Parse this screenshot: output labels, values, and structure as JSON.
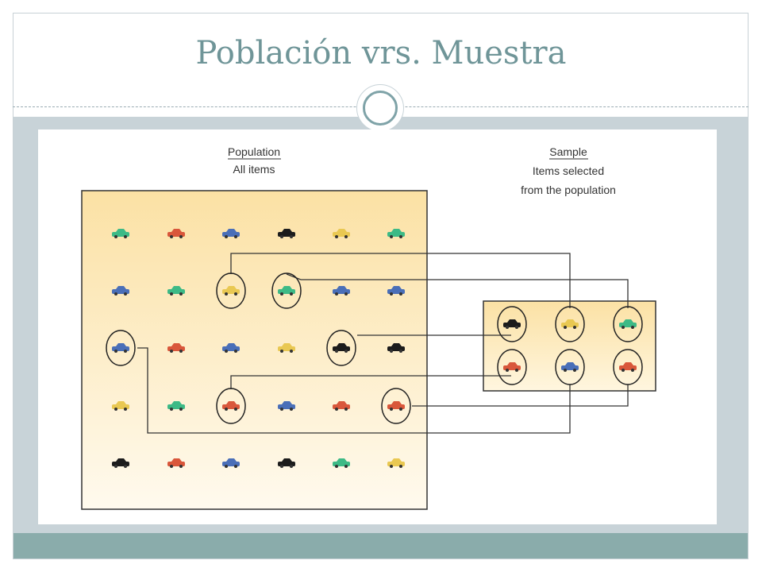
{
  "slide": {
    "title": "Población vrs. Muestra"
  },
  "diagram": {
    "population_header": "Population",
    "population_sub": "All items",
    "sample_header": "Sample",
    "sample_sub_1": "Items selected",
    "sample_sub_2": "from the population",
    "car_colors": {
      "green": "#3dba86",
      "red": "#d9573b",
      "blue": "#4a6fb8",
      "black": "#1c1c1c",
      "yellow": "#e9c852"
    },
    "population_grid": [
      [
        "green",
        "red",
        "blue",
        "black",
        "yellow",
        "green"
      ],
      [
        "blue",
        "green",
        "yellow",
        "green",
        "blue",
        "blue"
      ],
      [
        "blue",
        "red",
        "blue",
        "yellow",
        "black",
        "black"
      ],
      [
        "yellow",
        "green",
        "red",
        "blue",
        "red",
        "red"
      ],
      [
        "black",
        "red",
        "blue",
        "black",
        "green",
        "yellow"
      ]
    ],
    "sample_grid": [
      [
        "black",
        "yellow",
        "green"
      ],
      [
        "red",
        "blue",
        "red"
      ]
    ]
  }
}
